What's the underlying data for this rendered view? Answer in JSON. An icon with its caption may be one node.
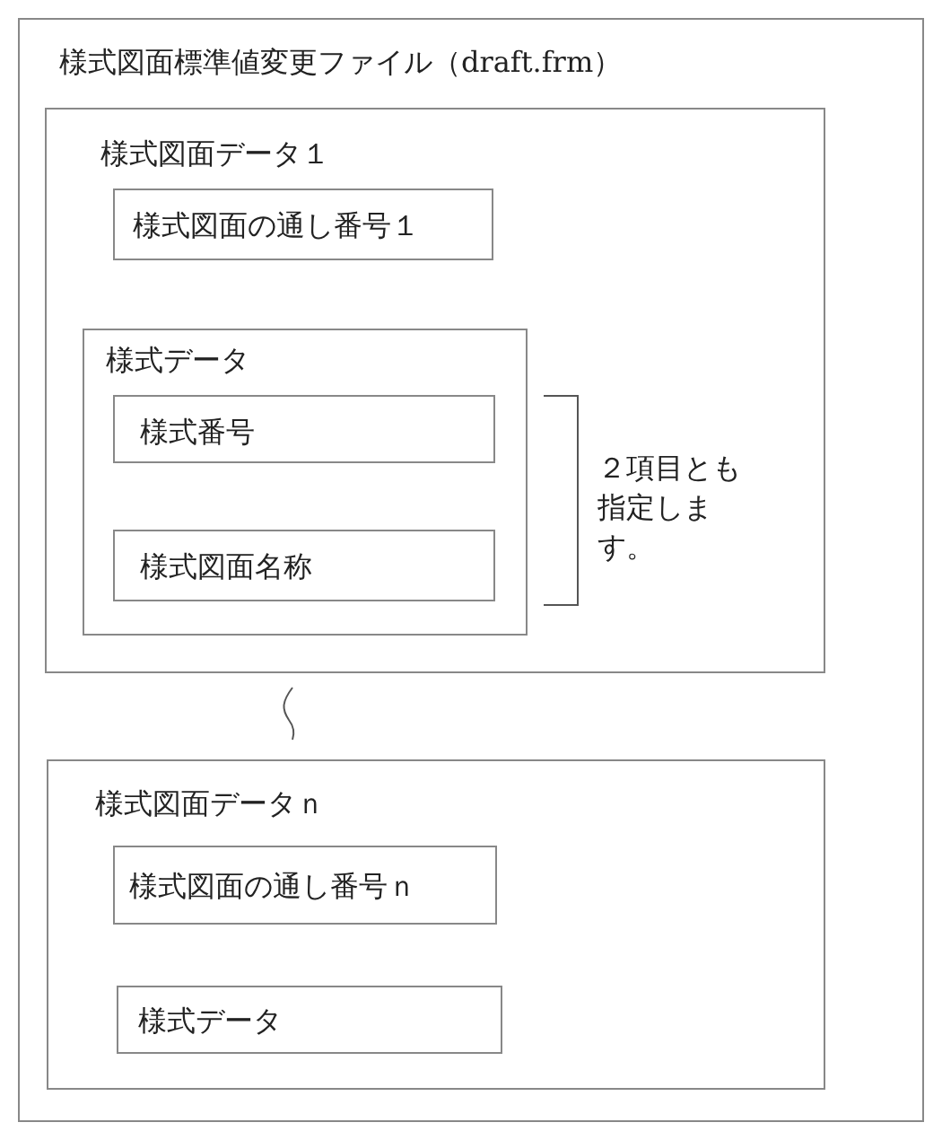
{
  "diagram": {
    "nodes": [
      {
        "text": [
          "様式図面標準値変更ファイル（draft.frm）"
        ]
      },
      {
        "text": [
          "様式図面データ１"
        ],
        "in": 0
      },
      {
        "text": [
          "様式図面の通し番号１"
        ],
        "in": 1
      },
      {
        "text": [
          "様式データ"
        ],
        "in": 1
      },
      {
        "text": [
          "様式番号"
        ],
        "in": 3
      },
      {
        "text": [
          "様式図面名称"
        ],
        "in": 3
      },
      {
        "text": [
          "様式図面データｎ"
        ],
        "in": 0
      },
      {
        "text": [
          "様式図面の通し番号ｎ"
        ],
        "in": 6
      },
      {
        "text": [
          "様式データ"
        ],
        "in": 6
      }
    ],
    "labels": [
      "２項目とも指定します。"
    ]
  }
}
